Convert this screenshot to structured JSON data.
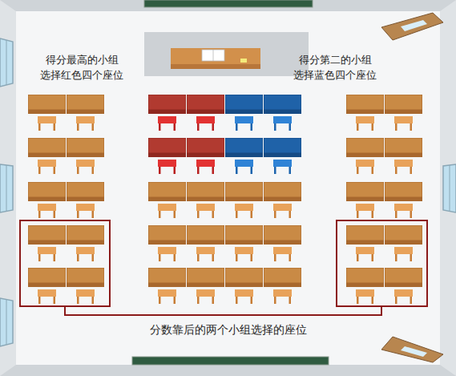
{
  "diagram": {
    "labels": [
      "得分最高的小组 选择红色四个座位",
      "得分第二的小组 选择蓝色四个座位",
      "分数靠后的两个小组选择的座位"
    ]
  }
}
